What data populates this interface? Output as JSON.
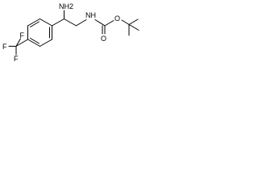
{
  "molecule": {
    "labels": {
      "amine": "NH2",
      "carbamate_nh": "NH",
      "ester_oxygen": "O",
      "carbonyl_oxygen": "O",
      "fluorine_top": "F",
      "fluorine_left": "F",
      "fluorine_bottom": "F"
    },
    "colors": {
      "line": "#000000",
      "background": "#ffffff"
    }
  }
}
